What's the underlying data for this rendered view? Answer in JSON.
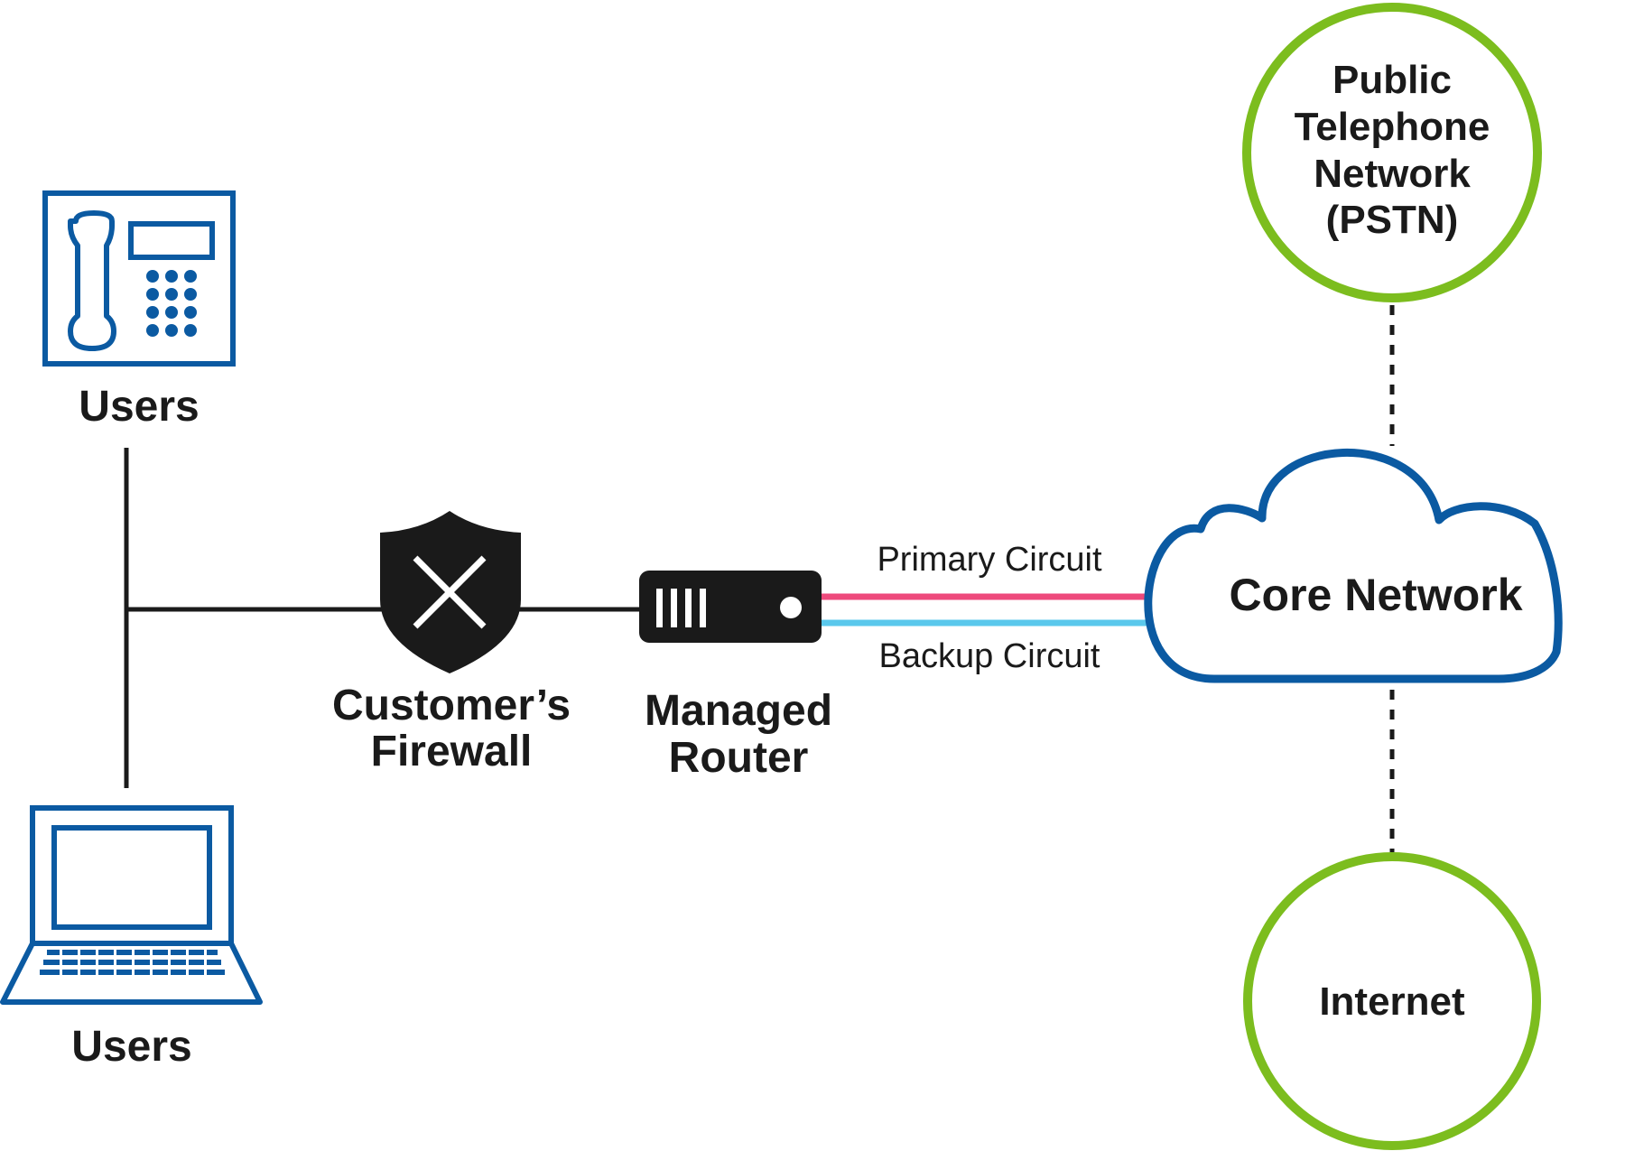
{
  "labels": {
    "phone_users": "Users",
    "laptop_users": "Users",
    "firewall_line1": "Customer’s",
    "firewall_line2": "Firewall",
    "router_line1": "Managed",
    "router_line2": "Router",
    "primary_circuit": "Primary Circuit",
    "backup_circuit": "Backup Circuit",
    "core_network": "Core Network",
    "pstn_line1": "Public",
    "pstn_line2": "Telephone",
    "pstn_line3": "Network",
    "pstn_line4": "(PSTN)",
    "internet": "Internet"
  },
  "colors": {
    "device_blue": "#0b5aa2",
    "ring_green": "#7cbd1e",
    "primary_pink": "#ee4a7c",
    "backup_cyan": "#5ac8ec",
    "ink": "#1a1a1a"
  },
  "icons": {
    "phone": "desk-phone-icon",
    "laptop": "laptop-icon",
    "firewall": "shield-x-icon",
    "router": "router-icon",
    "cloud": "cloud-icon"
  }
}
